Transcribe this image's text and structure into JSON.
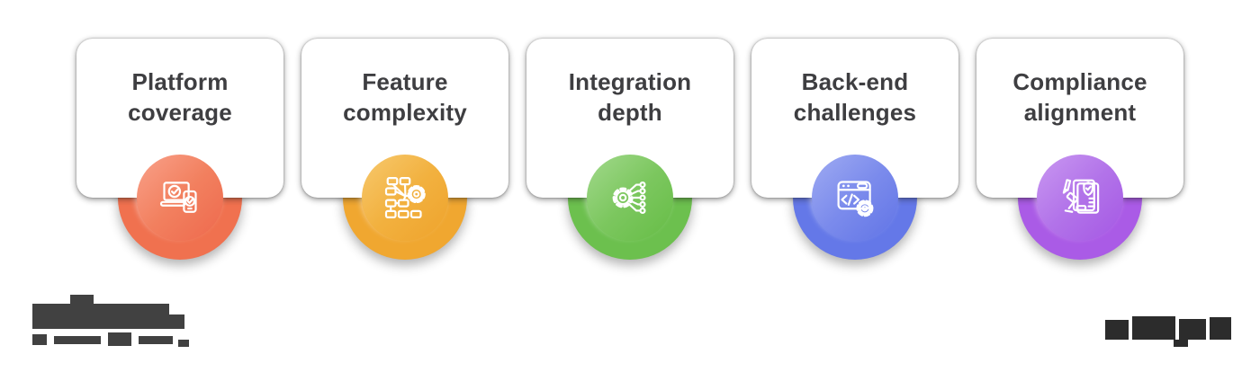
{
  "page": {
    "background": "#ffffff",
    "title_color": "#3e3e41"
  },
  "cards": [
    {
      "title_line1": "Platform",
      "title_line2": "coverage",
      "icon": "laptop-phone-check-icon",
      "outer_color": "#f0714f",
      "outer_style": "background:#f0714f;",
      "inner_style": "background:linear-gradient(135deg,#f9a18a 0%,#f2805f 50%,#ee694d 100%);"
    },
    {
      "title_line1": "Feature",
      "title_line2": "complexity",
      "icon": "flowchart-gear-icon",
      "outer_color": "#f0a730",
      "outer_style": "background:#f0a730;",
      "inner_style": "background:linear-gradient(135deg,#f7c96e 0%,#f2b13f 50%,#efa32c 100%);"
    },
    {
      "title_line1": "Integration",
      "title_line2": "depth",
      "icon": "gear-circuit-icon",
      "outer_color": "#6cc04e",
      "outer_style": "background:#6cc04e;",
      "inner_style": "background:linear-gradient(135deg,#a2d98c 0%,#7cc75f 50%,#66bd46 100%);"
    },
    {
      "title_line1": "Back-end",
      "title_line2": "challenges",
      "icon": "browser-code-gear-icon",
      "outer_color": "#6478e8",
      "outer_style": "background:#6478e8;",
      "inner_style": "background:linear-gradient(135deg,#9fabf2 0%,#7b8bec 50%,#6174e6 100%);"
    },
    {
      "title_line1": "Compliance",
      "title_line2": "alignment",
      "icon": "document-shield-gavel-icon",
      "outer_color": "#aa5be6",
      "outer_style": "background:#aa5be6;",
      "inner_style": "background:linear-gradient(135deg,#c998f1 0%,#b273e9 50%,#a558e4 100%);"
    }
  ],
  "footer": {
    "logo_readable_text": "",
    "brand_readable_text": "",
    "logo_color": "#414141",
    "brand_color": "#2c2c2c"
  }
}
